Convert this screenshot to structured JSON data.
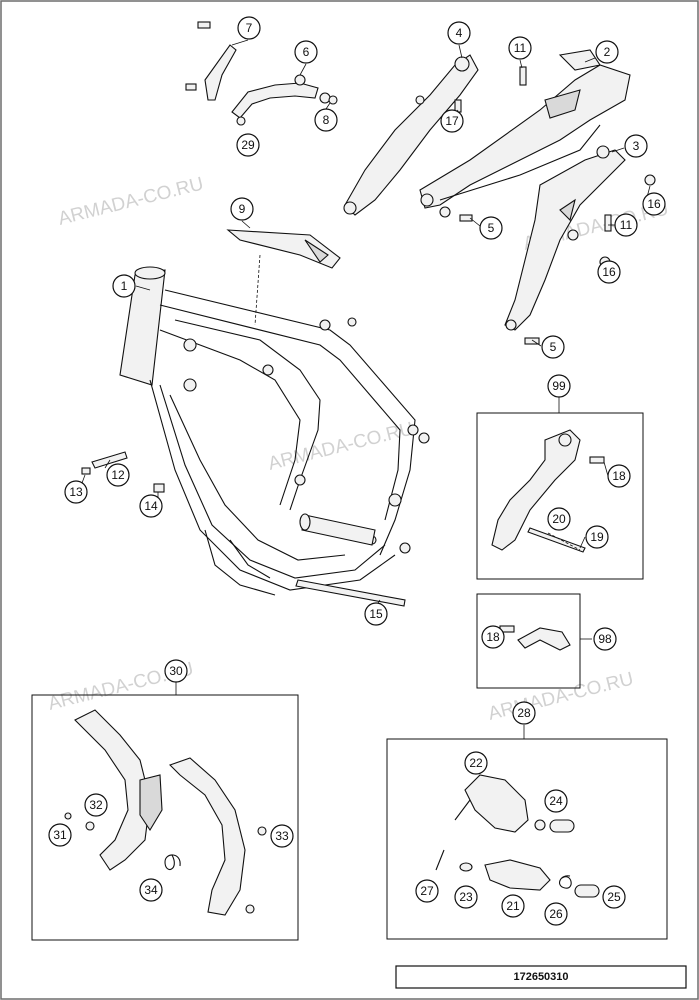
{
  "watermarks": [
    "ARMADA-CO.RU",
    "ARMADA-CO.RU",
    "ARMADA-CO.RU",
    "ARMADA-CO.RU",
    "ARMADA-CO.RU"
  ],
  "drawing_code": "172650310",
  "callouts": {
    "c1": "1",
    "c2": "2",
    "c3": "3",
    "c4": "4",
    "c5a": "5",
    "c5b": "5",
    "c6": "6",
    "c7": "7",
    "c8": "8",
    "c9": "9",
    "c11a": "11",
    "c11b": "11",
    "c12": "12",
    "c13": "13",
    "c14": "14",
    "c15": "15",
    "c16a": "16",
    "c16b": "16",
    "c17": "17",
    "c18a": "18",
    "c18b": "18",
    "c19": "19",
    "c20": "20",
    "c21": "21",
    "c22": "22",
    "c23": "23",
    "c24": "24",
    "c25": "25",
    "c26": "26",
    "c27": "27",
    "c28": "28",
    "c29": "29",
    "c30": "30",
    "c31": "31",
    "c32": "32",
    "c33": "33",
    "c34": "34",
    "c98": "98",
    "c99": "99"
  }
}
